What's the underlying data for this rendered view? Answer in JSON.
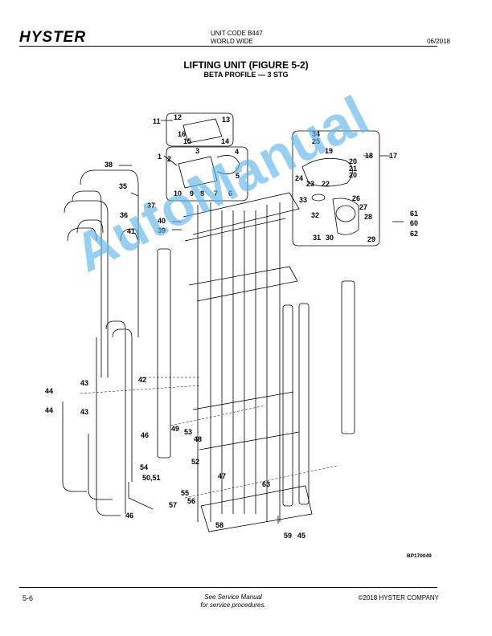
{
  "header": {
    "brand": "HYSTER",
    "unit_code": "UNIT CODE B447",
    "region": "WORLD WIDE",
    "date": "06/2018"
  },
  "title": "LIFTING UNIT (FIGURE 5-2)",
  "subtitle": "BETA PROFILE — 3 STG",
  "figure_code": "BP170049",
  "watermark": "AutoManual",
  "footer": {
    "page": "5-6",
    "note_line1": "See Service Manual",
    "note_line2": "for service procedures.",
    "copyright": "©2018 HYSTER COMPANY"
  },
  "callouts": {
    "c1": "1",
    "c2": "2",
    "c3": "3",
    "c4": "4",
    "c5": "5",
    "c6": "6",
    "c7": "7",
    "c8": "8",
    "c9": "9",
    "c10": "10",
    "c11": "11",
    "c12": "12",
    "c13": "13",
    "c14": "14",
    "c15": "15",
    "c16": "16",
    "c17": "17",
    "c18": "18",
    "c19": "19",
    "c20a": "20",
    "c20b": "20",
    "c21": "21",
    "c22": "22",
    "c23": "23",
    "c24": "24",
    "c25": "25",
    "c26": "26",
    "c27": "27",
    "c28": "28",
    "c29": "29",
    "c30": "30",
    "c31": "31",
    "c32": "32",
    "c33": "33",
    "c34": "34",
    "c35": "35",
    "c36": "36",
    "c37": "37",
    "c38": "38",
    "c39": "39",
    "c40": "40",
    "c41": "41",
    "c42": "42",
    "c43a": "43",
    "c43b": "43",
    "c44a": "44",
    "c44b": "44",
    "c45": "45",
    "c46a": "46",
    "c46b": "46",
    "c47": "47",
    "c48": "48",
    "c49": "49",
    "c5051": "50,51",
    "c52": "52",
    "c53": "53",
    "c54": "54",
    "c55": "55",
    "c56": "56",
    "c57": "57",
    "c58": "58",
    "c59": "59",
    "c60": "60",
    "c61": "61",
    "c62": "62",
    "c63": "63"
  }
}
